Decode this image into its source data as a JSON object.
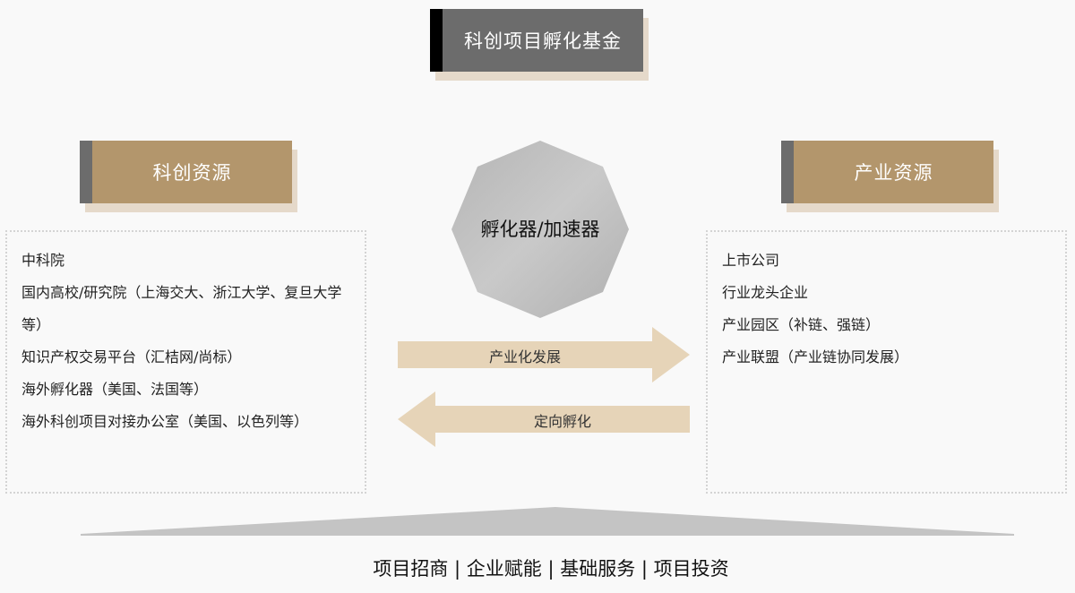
{
  "title": "科创项目孵化基金",
  "left": {
    "header": "科创资源",
    "items": [
      "中科院",
      "国内高校/研究院（上海交大、浙江大学、复旦大学等）",
      "知识产权交易平台（汇桔网/尚标）",
      "海外孵化器（美国、法国等）",
      "海外科创项目对接办公室（美国、以色列等）"
    ]
  },
  "right": {
    "header": "产业资源",
    "items": [
      "上市公司",
      "行业龙头企业",
      "产业园区（补链、强链）",
      "产业联盟（产业链协同发展）"
    ]
  },
  "center": {
    "label": "孵化器/加速器",
    "arrow_right": "产业化发展",
    "arrow_left": "定向孵化"
  },
  "footer": "项目招商 | 企业赋能 | 基础服务 | 项目投资",
  "colors": {
    "tan": "#b3966c",
    "shadow": "#e5d9ca",
    "grey": "#6c6c6c",
    "arrow": "#e6d4b8"
  }
}
